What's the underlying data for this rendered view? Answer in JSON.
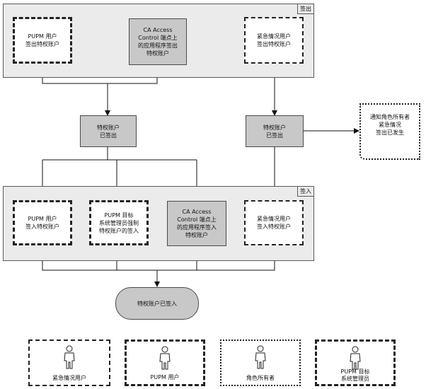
{
  "lanes": {
    "checkout": {
      "label": "签出"
    },
    "checkin": {
      "label": "签入"
    }
  },
  "checkout_row": {
    "pupm_user": "PUPM 用户\n签出特权账户",
    "ca_access": "CA Access\nControl 端点上\n的应用程序签出\n特权账户",
    "emergency_user": "紧急情况用户\n签出特权账户"
  },
  "middle_row": {
    "checked_out_left": "特权账户\n已签出",
    "checked_out_right": "特权账户\n已签出",
    "notify_doc": "通知角色所有者\n紧急情况\n签出已发生"
  },
  "checkin_row": {
    "pupm_user": "PUPM 用户\n签入特权账户",
    "pupm_admin": "PUPM 目标\n系统管理员强制\n特权账户的签入",
    "ca_access": "CA Access\nControl 端点上\n的应用程序签入\n特权账户",
    "emergency_user": "紧急情况用户\n签入特权账户"
  },
  "terminal": {
    "label": "特权账户已签入"
  },
  "legend": [
    {
      "label": "紧急情况用户",
      "icon": "person-icon"
    },
    {
      "label": "PUPM 用户",
      "icon": "person-icon"
    },
    {
      "label": "角色所有者",
      "icon": "person-icon"
    },
    {
      "label": "PUPM 目标\n系统管理员",
      "icon": "person-icon"
    }
  ]
}
